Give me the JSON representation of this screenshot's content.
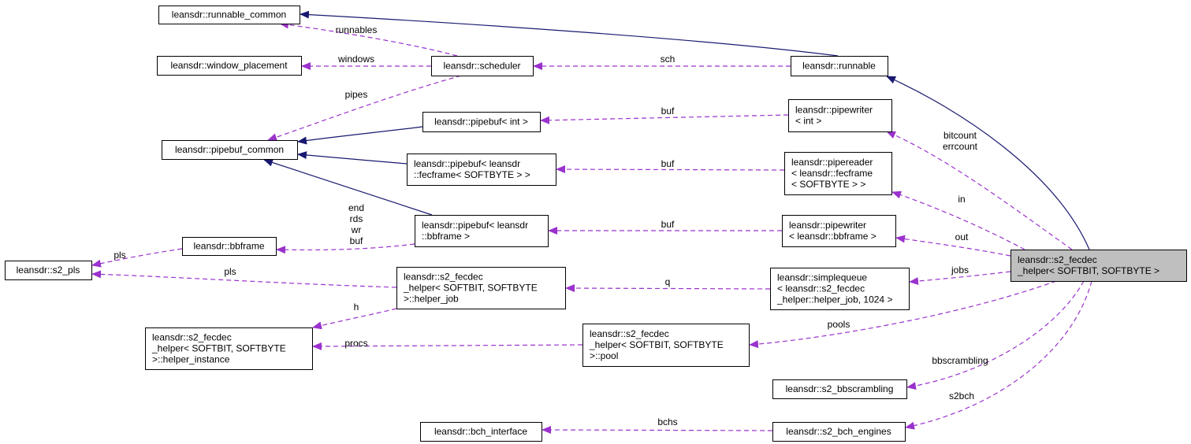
{
  "colors": {
    "inherit": "#191970",
    "use": "#9a32cd",
    "highlight": "#bfbfbf"
  },
  "nodes": {
    "runnable_common": [
      "leansdr::runnable_common"
    ],
    "window_placement": [
      "leansdr::window_placement"
    ],
    "scheduler": [
      "leansdr::scheduler"
    ],
    "runnable": [
      "leansdr::runnable"
    ],
    "pipebuf_common": [
      "leansdr::pipebuf_common"
    ],
    "pipebuf_int": [
      "leansdr::pipebuf< int >"
    ],
    "pipewriter_int": [
      "leansdr::pipewriter",
      "< int >"
    ],
    "pipebuf_fecframe": [
      "leansdr::pipebuf< leansdr",
      "::fecframe< SOFTBYTE > >"
    ],
    "pipereader_fecframe": [
      "leansdr::pipereader",
      "< leansdr::fecframe",
      "< SOFTBYTE > >"
    ],
    "bbframe": [
      "leansdr::bbframe"
    ],
    "pipebuf_bbframe": [
      "leansdr::pipebuf< leansdr",
      "::bbframe >"
    ],
    "pipewriter_bbframe": [
      "leansdr::pipewriter",
      "< leansdr::bbframe >"
    ],
    "s2_pls": [
      "leansdr::s2_pls"
    ],
    "helper_job": [
      "leansdr::s2_fecdec",
      "_helper< SOFTBIT, SOFTBYTE",
      ">::helper_job"
    ],
    "simplequeue": [
      "leansdr::simplequeue",
      "< leansdr::s2_fecdec",
      "_helper::helper_job, 1024 >"
    ],
    "s2_fecdec_helper": [
      "leansdr::s2_fecdec",
      "_helper< SOFTBIT, SOFTBYTE >"
    ],
    "helper_instance": [
      "leansdr::s2_fecdec",
      "_helper< SOFTBIT, SOFTBYTE",
      ">::helper_instance"
    ],
    "pool": [
      "leansdr::s2_fecdec",
      "_helper< SOFTBIT, SOFTBYTE",
      ">::pool"
    ],
    "s2_bbscrambling": [
      "leansdr::s2_bbscrambling"
    ],
    "bch_interface": [
      "leansdr::bch_interface"
    ],
    "s2_bch_engines": [
      "leansdr::s2_bch_engines"
    ]
  },
  "edge_labels": {
    "runnables": [
      "runnables"
    ],
    "windows": [
      "windows"
    ],
    "sch": [
      "sch"
    ],
    "pipes": [
      "pipes"
    ],
    "buf_int": [
      "buf"
    ],
    "buf_fecframe": [
      "buf"
    ],
    "buf_bbframe": [
      "buf"
    ],
    "bitcount": [
      "bitcount",
      "errcount"
    ],
    "in": [
      "in"
    ],
    "bbframe_fields": [
      "end",
      "rds",
      "wr",
      "buf"
    ],
    "out": [
      "out"
    ],
    "pls_bbframe": [
      "pls"
    ],
    "pls_job": [
      "pls"
    ],
    "jobs": [
      "jobs"
    ],
    "q": [
      "q"
    ],
    "h": [
      "h"
    ],
    "pools": [
      "pools"
    ],
    "procs": [
      "procs"
    ],
    "bbscrambling": [
      "bbscrambling"
    ],
    "s2bch": [
      "s2bch"
    ],
    "bchs": [
      "bchs"
    ]
  }
}
